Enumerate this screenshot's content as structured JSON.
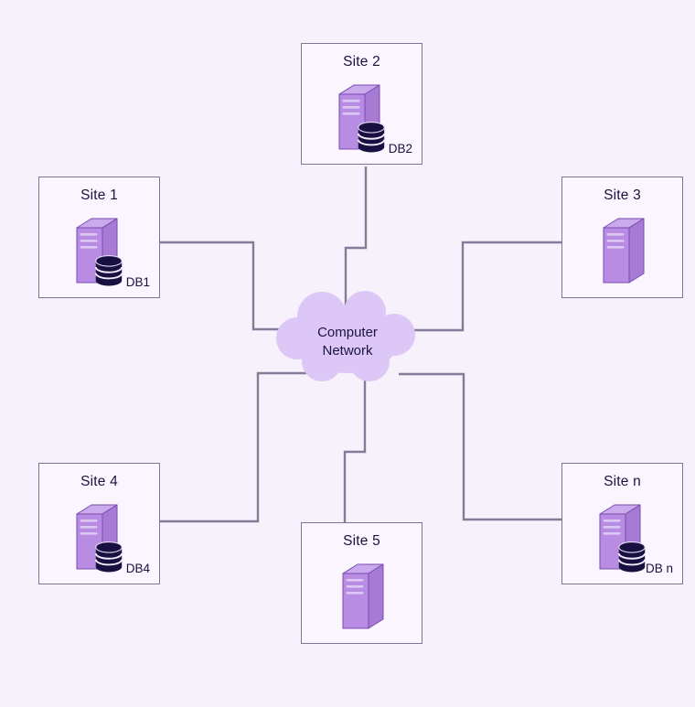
{
  "diagram": {
    "type": "distributed-database-network-diagram",
    "cloud": {
      "label": "Computer Network"
    },
    "sites": [
      {
        "label": "Site 1",
        "has_database": true,
        "db_label": "DB1"
      },
      {
        "label": "Site 2",
        "has_database": true,
        "db_label": "DB2"
      },
      {
        "label": "Site 3",
        "has_database": false,
        "db_label": ""
      },
      {
        "label": "Site 4",
        "has_database": true,
        "db_label": "DB4"
      },
      {
        "label": "Site 5",
        "has_database": false,
        "db_label": ""
      },
      {
        "label": "Site n",
        "has_database": true,
        "db_label": "DB n"
      }
    ],
    "colors": {
      "background": "#f7f1fc",
      "box_fill": "#faf5fe",
      "box_border": "#7e7697",
      "connector": "#827c99",
      "cloud_fill": "#ddc7f6",
      "text": "#1b1340",
      "server_front": "#b78ce2",
      "server_side": "#a77ad4",
      "server_top": "#caa9ec",
      "server_outline": "#7a4cae",
      "database_fill": "#181040"
    }
  }
}
